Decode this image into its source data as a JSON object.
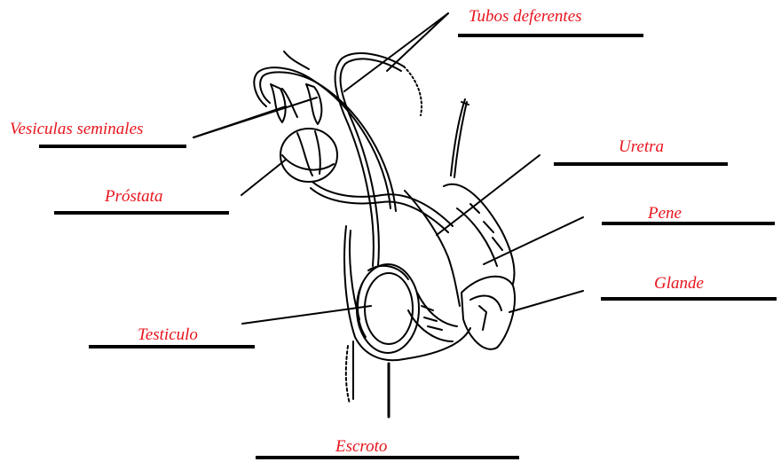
{
  "labels": {
    "tubos_deferentes": "Tubos deferentes",
    "vesiculas_seminales": "Vesiculas seminales",
    "prostata": "Próstata",
    "uretra": "Uretra",
    "pene": "Pene",
    "glande": "Glande",
    "testiculo": "Testiculo",
    "escroto": "Escroto"
  },
  "colors": {
    "label": "#e8141c",
    "line": "#000000",
    "background": "#ffffff"
  }
}
